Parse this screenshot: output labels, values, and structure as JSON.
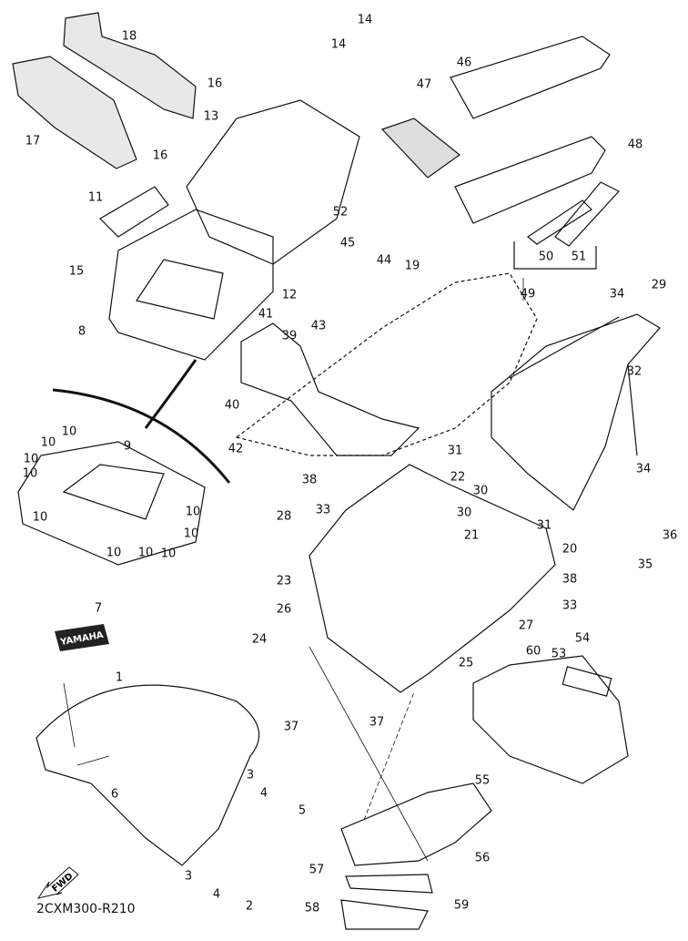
{
  "diagram_code": "2CXM300-R210",
  "fwd_label": "FWD",
  "emblem_text": "YAMAHA",
  "callouts": [
    "18",
    "17",
    "14",
    "14",
    "16",
    "13",
    "16",
    "11",
    "15",
    "8",
    "52",
    "12",
    "46",
    "47",
    "48",
    "50",
    "51",
    "49",
    "45",
    "44",
    "19",
    "41",
    "39",
    "43",
    "40",
    "42",
    "34",
    "29",
    "32",
    "34",
    "36",
    "35",
    "9",
    "10",
    "10",
    "10",
    "10",
    "10",
    "10",
    "10",
    "10",
    "10",
    "10",
    "31",
    "38",
    "33",
    "22",
    "30",
    "30",
    "31",
    "21",
    "20",
    "28",
    "23",
    "26",
    "38",
    "33",
    "27",
    "24",
    "25",
    "7",
    "1",
    "60",
    "53",
    "54",
    "37",
    "37",
    "55",
    "3",
    "4",
    "5",
    "6",
    "3",
    "4",
    "2",
    "56",
    "57",
    "58",
    "59"
  ]
}
